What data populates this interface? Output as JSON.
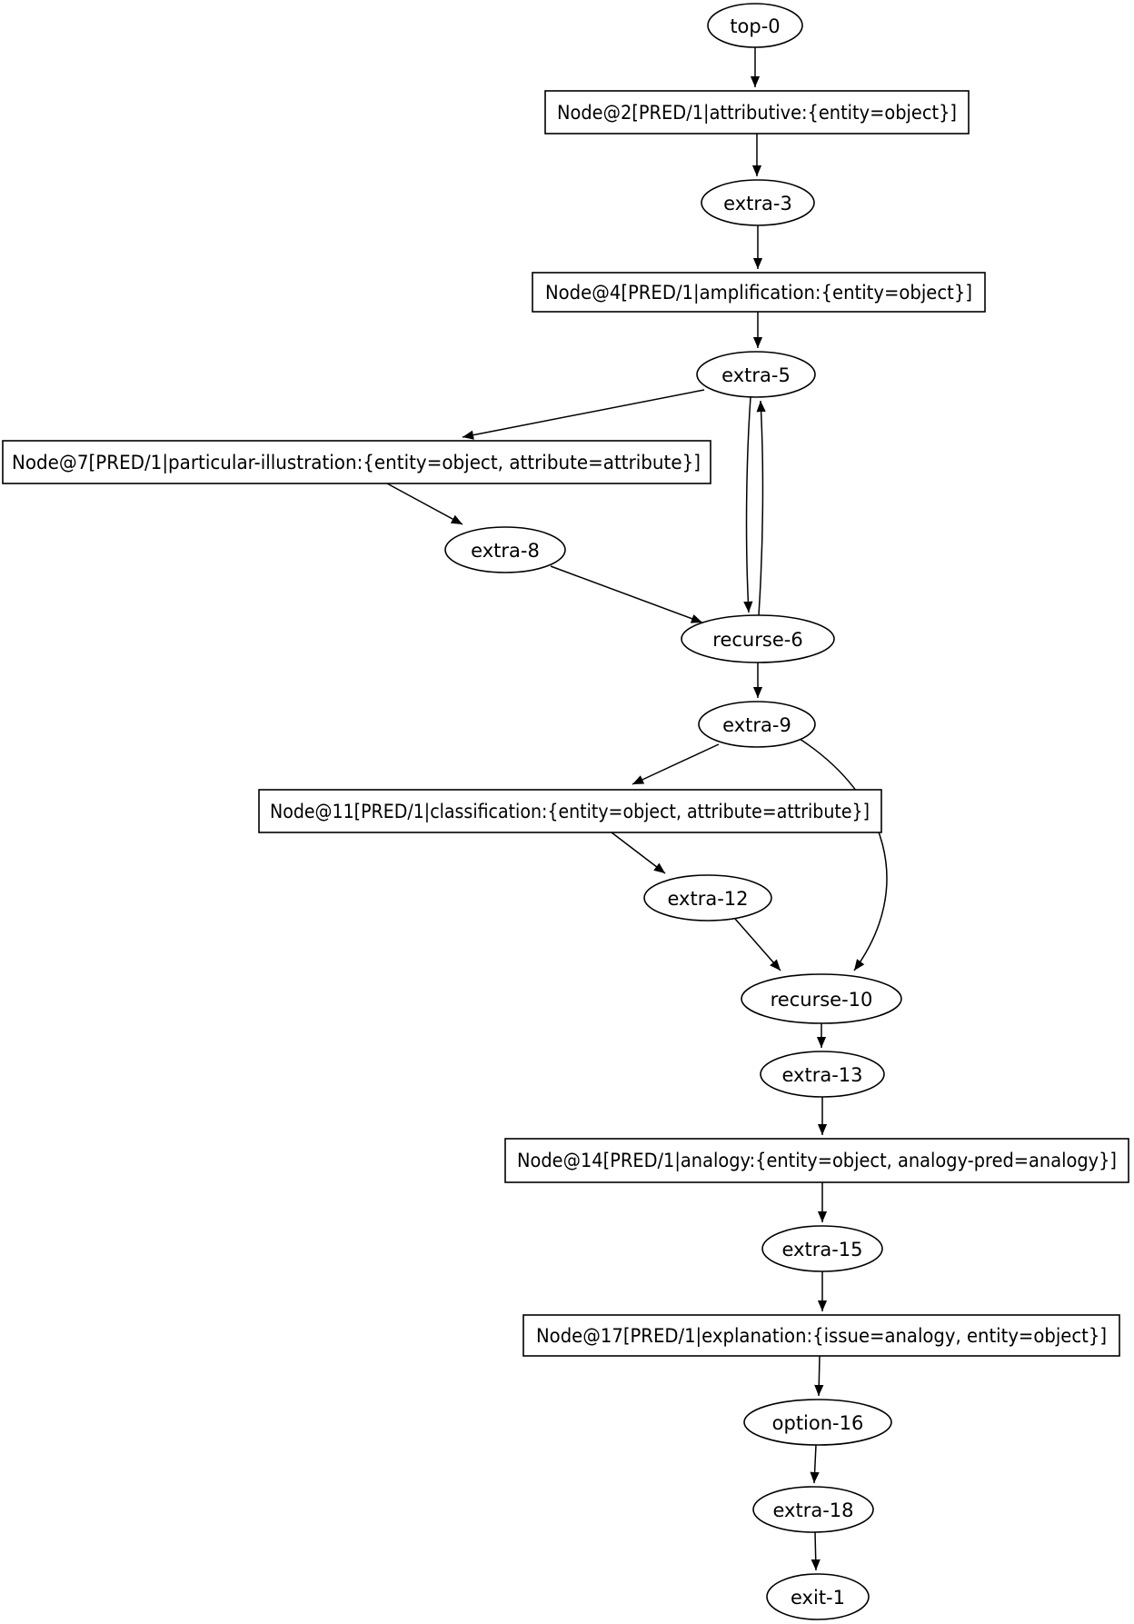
{
  "diagram": {
    "type": "directed-graph",
    "background_color": "#ffffff",
    "node_outline_color": "#000000",
    "edge_color": "#000000",
    "text_color": "#000000",
    "nodes": {
      "top0": {
        "shape": "ellipse",
        "label": "top-0"
      },
      "node2": {
        "shape": "box",
        "label": "Node@2[PRED/1|attributive:{entity=object}]"
      },
      "extra3": {
        "shape": "ellipse",
        "label": "extra-3"
      },
      "node4": {
        "shape": "box",
        "label": "Node@4[PRED/1|amplification:{entity=object}]"
      },
      "extra5": {
        "shape": "ellipse",
        "label": "extra-5"
      },
      "node7": {
        "shape": "box",
        "label": "Node@7[PRED/1|particular-illustration:{entity=object, attribute=attribute}]"
      },
      "extra8": {
        "shape": "ellipse",
        "label": "extra-8"
      },
      "recurse6": {
        "shape": "ellipse",
        "label": "recurse-6"
      },
      "extra9": {
        "shape": "ellipse",
        "label": "extra-9"
      },
      "node11": {
        "shape": "box",
        "label": "Node@11[PRED/1|classification:{entity=object, attribute=attribute}]"
      },
      "extra12": {
        "shape": "ellipse",
        "label": "extra-12"
      },
      "recurse10": {
        "shape": "ellipse",
        "label": "recurse-10"
      },
      "extra13": {
        "shape": "ellipse",
        "label": "extra-13"
      },
      "node14": {
        "shape": "box",
        "label": "Node@14[PRED/1|analogy:{entity=object, analogy-pred=analogy}]"
      },
      "extra15": {
        "shape": "ellipse",
        "label": "extra-15"
      },
      "node17": {
        "shape": "box",
        "label": "Node@17[PRED/1|explanation:{issue=analogy, entity=object}]"
      },
      "option16": {
        "shape": "ellipse",
        "label": "option-16"
      },
      "extra18": {
        "shape": "ellipse",
        "label": "extra-18"
      },
      "exit1": {
        "shape": "ellipse",
        "label": "exit-1"
      }
    },
    "edges": [
      {
        "from": "top-0",
        "to": "Node@2"
      },
      {
        "from": "Node@2",
        "to": "extra-3"
      },
      {
        "from": "extra-3",
        "to": "Node@4"
      },
      {
        "from": "Node@4",
        "to": "extra-5"
      },
      {
        "from": "extra-5",
        "to": "Node@7"
      },
      {
        "from": "extra-5",
        "to": "recurse-6"
      },
      {
        "from": "recurse-6",
        "to": "extra-5"
      },
      {
        "from": "Node@7",
        "to": "extra-8"
      },
      {
        "from": "extra-8",
        "to": "recurse-6"
      },
      {
        "from": "recurse-6",
        "to": "extra-9"
      },
      {
        "from": "extra-9",
        "to": "Node@11"
      },
      {
        "from": "extra-9",
        "to": "recurse-10"
      },
      {
        "from": "Node@11",
        "to": "extra-12"
      },
      {
        "from": "extra-12",
        "to": "recurse-10"
      },
      {
        "from": "recurse-10",
        "to": "extra-13"
      },
      {
        "from": "extra-13",
        "to": "Node@14"
      },
      {
        "from": "Node@14",
        "to": "extra-15"
      },
      {
        "from": "extra-15",
        "to": "Node@17"
      },
      {
        "from": "Node@17",
        "to": "option-16"
      },
      {
        "from": "option-16",
        "to": "extra-18"
      },
      {
        "from": "extra-18",
        "to": "exit-1"
      }
    ]
  }
}
